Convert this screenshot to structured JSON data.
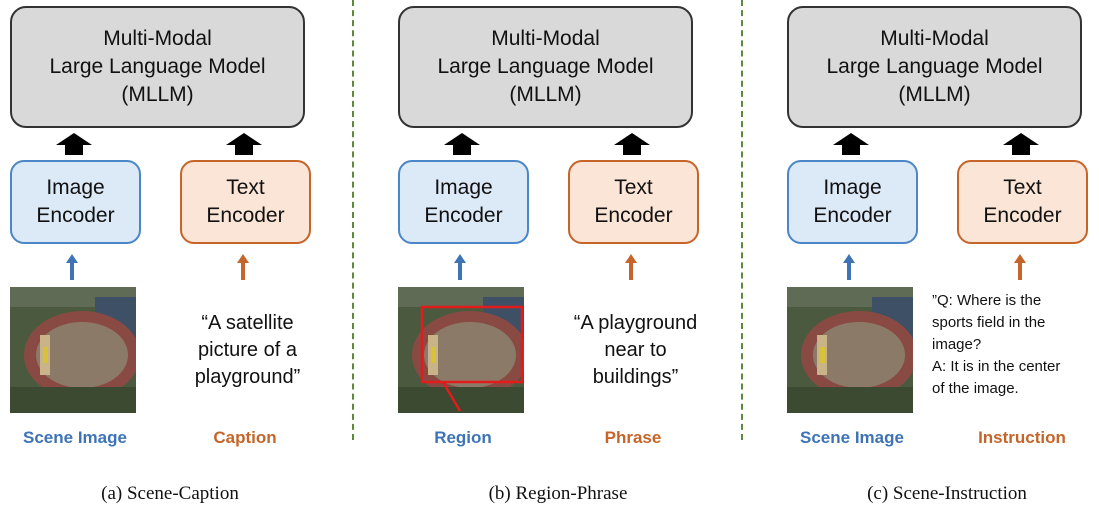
{
  "colors": {
    "image_encoder_fill": "#dce9f7",
    "image_encoder_border": "#4a86c8",
    "text_encoder_fill": "#fbe5d6",
    "text_encoder_border": "#c5652a",
    "mllm_fill": "#d9d9d9",
    "divider": "#5a8a3a"
  },
  "panels": [
    {
      "mllm": {
        "line1": "Multi-Modal",
        "line2": "Large Language Model",
        "line3": "(MLLM)"
      },
      "image_encoder": {
        "line1": "Image",
        "line2": "Encoder"
      },
      "text_encoder": {
        "line1": "Text",
        "line2": "Encoder"
      },
      "text_input": [
        "“A satellite",
        "picture of a",
        "playground”"
      ],
      "image_label": "Scene Image",
      "text_label": "Caption",
      "caption": "(a) Scene-Caption"
    },
    {
      "mllm": {
        "line1": "Multi-Modal",
        "line2": "Large Language Model",
        "line3": "(MLLM)"
      },
      "image_encoder": {
        "line1": "Image",
        "line2": "Encoder"
      },
      "text_encoder": {
        "line1": "Text",
        "line2": "Encoder"
      },
      "text_input": [
        "“A playground",
        "near to",
        "buildings”"
      ],
      "image_label": "Region",
      "text_label": "Phrase",
      "caption": "(b) Region-Phrase"
    },
    {
      "mllm": {
        "line1": "Multi-Modal",
        "line2": "Large Language Model",
        "line3": "(MLLM)"
      },
      "image_encoder": {
        "line1": "Image",
        "line2": "Encoder"
      },
      "text_encoder": {
        "line1": "Text",
        "line2": "Encoder"
      },
      "text_input": [
        "”Q: Where is the",
        "sports field in the",
        "image?",
        "A: It is in the center",
        "of the image."
      ],
      "image_label": "Scene Image",
      "text_label": "Instruction",
      "caption": "(c) Scene-Instruction"
    }
  ]
}
